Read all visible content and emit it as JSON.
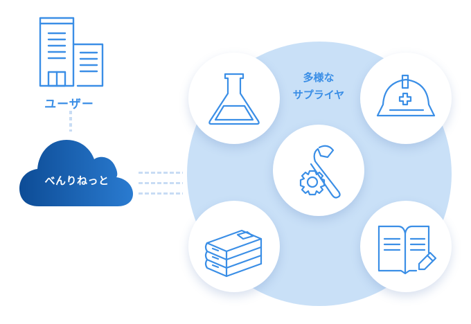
{
  "user": {
    "label": "ユーザー",
    "icon": "building-icon"
  },
  "cloud": {
    "label": "べんりねっと",
    "icon": "cloud-icon",
    "gradient": [
      "#0d4c96",
      "#2a7bd0"
    ]
  },
  "suppliers": {
    "label_line1": "多様な",
    "label_line2": "サプライヤ",
    "background": "#c9e0f7",
    "nodes": [
      {
        "name": "flask",
        "icon": "flask-icon"
      },
      {
        "name": "helmet",
        "icon": "hard-hat-icon"
      },
      {
        "name": "tools",
        "icon": "wrench-gear-icon"
      },
      {
        "name": "books",
        "icon": "book-stack-icon"
      },
      {
        "name": "notebook",
        "icon": "open-book-pencil-icon"
      }
    ]
  },
  "colors": {
    "accent": "#3a8ee6",
    "connector": "#c8dcf4"
  }
}
